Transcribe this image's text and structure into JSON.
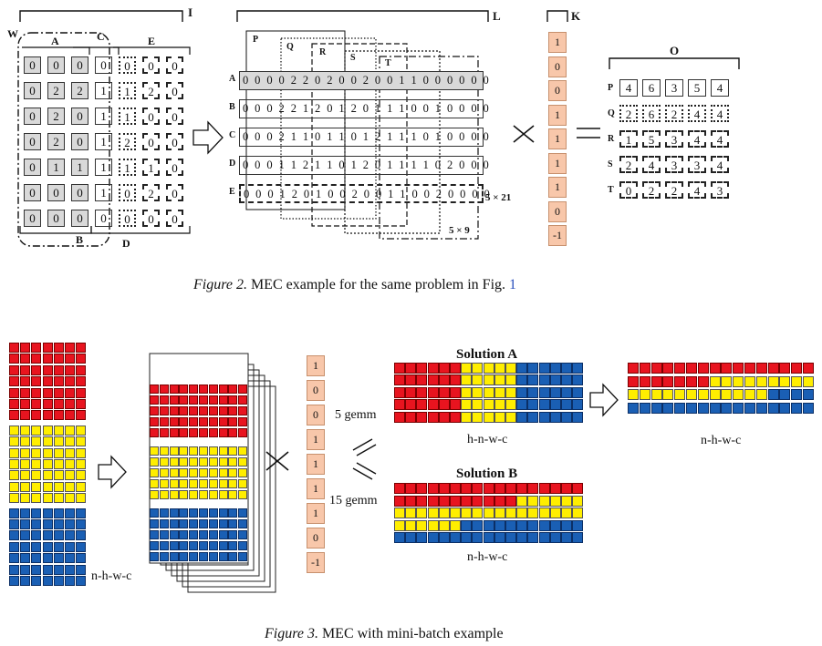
{
  "figure2": {
    "caption_prefix": "Figure 2.",
    "caption_text": "MEC example for the same problem in Fig.",
    "caption_ref": "1",
    "input": {
      "label_I": "I",
      "label_W": "W",
      "label_A": "A",
      "label_B": "B",
      "label_C": "C",
      "label_D": "D",
      "label_E": "E",
      "rows": [
        [
          "0",
          "0",
          "0",
          "0",
          "0",
          "0",
          "0"
        ],
        [
          "0",
          "2",
          "2",
          "1",
          "1",
          "2",
          "0"
        ],
        [
          "0",
          "2",
          "0",
          "1",
          "1",
          "0",
          "0"
        ],
        [
          "0",
          "2",
          "0",
          "1",
          "2",
          "0",
          "0"
        ],
        [
          "0",
          "1",
          "1",
          "1",
          "1",
          "1",
          "0"
        ],
        [
          "0",
          "0",
          "0",
          "1",
          "0",
          "2",
          "0"
        ],
        [
          "0",
          "0",
          "0",
          "0",
          "0",
          "0",
          "0"
        ]
      ]
    },
    "lowered": {
      "label_L": "L",
      "label_P": "P",
      "label_Q": "Q",
      "label_R": "R",
      "label_S": "S",
      "label_T": "T",
      "dim_main": "5 × 21",
      "dim_sub": "5 × 9",
      "row_labels": [
        "A",
        "B",
        "C",
        "D",
        "E"
      ],
      "rows": [
        "0 0 0 0 2 2 0 2 0 0 2 0 0 1 1 0 0 0 0 0 0",
        "0 0 0 2 2 1 2 0 1 2 0 1 1 1 0 0 1 0 0 0 0",
        "0 0 0 2 1 1 0 1 1 0 1 2 1 1 1 0 1 0 0 0 0",
        "0 0 0 1 1 2 1 1 0 1 2 0 1 1 1 1 0 2 0 0 0",
        "0 0 0 1 2 0 1 0 0 2 0 0 1 1 0 0 2 0 0 0 0"
      ]
    },
    "kernel": {
      "label_K": "K",
      "values": [
        "1",
        "0",
        "0",
        "1",
        "1",
        "1",
        "1",
        "0",
        "-1"
      ]
    },
    "output": {
      "label_O": "O",
      "row_labels": [
        "P",
        "Q",
        "R",
        "S",
        "T"
      ],
      "rows": [
        [
          "4",
          "6",
          "3",
          "5",
          "4"
        ],
        [
          "2",
          "6",
          "2",
          "4",
          "4"
        ],
        [
          "1",
          "5",
          "3",
          "4",
          "4"
        ],
        [
          "2",
          "4",
          "3",
          "3",
          "4"
        ],
        [
          "0",
          "2",
          "2",
          "4",
          "3"
        ]
      ]
    },
    "times": "×",
    "equals": "="
  },
  "figure3": {
    "caption_prefix": "Figure 3.",
    "caption_text": "MEC with mini-batch example",
    "input_label": "n-h-w-c",
    "kernel_values": [
      "1",
      "0",
      "0",
      "1",
      "1",
      "1",
      "1",
      "0",
      "-1"
    ],
    "gemm_a": "5 gemm",
    "gemm_b": "15 gemm",
    "solution_a_title": "Solution A",
    "solution_a_label": "h-n-w-c",
    "solution_a_result_label": "n-h-w-c",
    "solution_b_title": "Solution B",
    "solution_b_label": "n-h-w-c",
    "colors": {
      "red": "#e8141f",
      "yellow": "#ffee00",
      "blue": "#1a5fb4",
      "kernel": "#f8c7aa"
    }
  }
}
